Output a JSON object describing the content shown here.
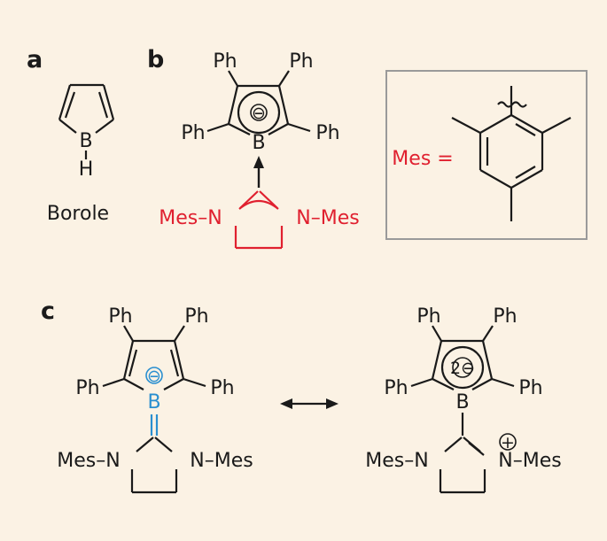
{
  "panels": {
    "a": {
      "label": "a",
      "atom_B": "B",
      "atom_H": "H",
      "caption": "Borole"
    },
    "b": {
      "label": "b",
      "ph": "Ph",
      "atom_B": "B",
      "charge": "⊖",
      "nhc_left": "Mes–N",
      "nhc_right": "N–Mes"
    },
    "inset": {
      "mes_label": "Mes ="
    },
    "c": {
      "label": "c",
      "ph": "Ph",
      "left_atom_B": "B",
      "left_charge": "⊖",
      "left_nhc_left": "Mes–N",
      "left_nhc_right": "N–Mes",
      "right_atom_B": "B",
      "right_charge": "2⊖",
      "right_nhc_left": "Mes–N",
      "right_nhc_right": "N–Mes",
      "right_plus": "+"
    }
  },
  "colors": {
    "background": "#fbf2e4",
    "red": "#e0202f",
    "blue": "#2a8fd0",
    "black": "#1a1a1a",
    "box": "#9a9a9a"
  }
}
